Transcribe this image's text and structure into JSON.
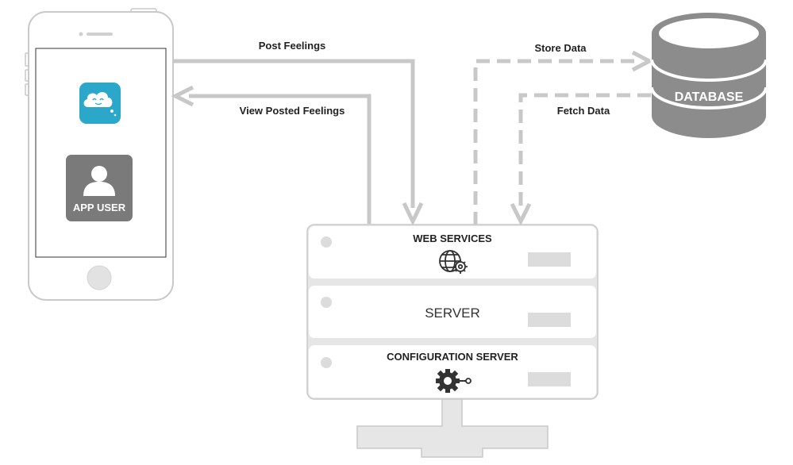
{
  "flows": {
    "post_feelings": "Post Feelings",
    "view_posted_feelings": "View Posted Feelings",
    "store_data": "Store Data",
    "fetch_data": "Fetch Data"
  },
  "phone": {
    "user_label": "APP USER",
    "app_icon": "cloud-face-icon",
    "user_icon": "person-icon"
  },
  "database": {
    "label": "DATABASE"
  },
  "server": {
    "web_services": "WEB SERVICES",
    "server": "SERVER",
    "configuration_server": "CONFIGURATION SERVER",
    "web_icon": "globe-gear-icon",
    "config_icon": "gear-key-icon"
  },
  "colors": {
    "line": "#c8c8c8",
    "database_fill": "#8c8c8c",
    "app_icon_fill": "#2aa7c9",
    "user_tile_fill": "#7a7a7a"
  }
}
